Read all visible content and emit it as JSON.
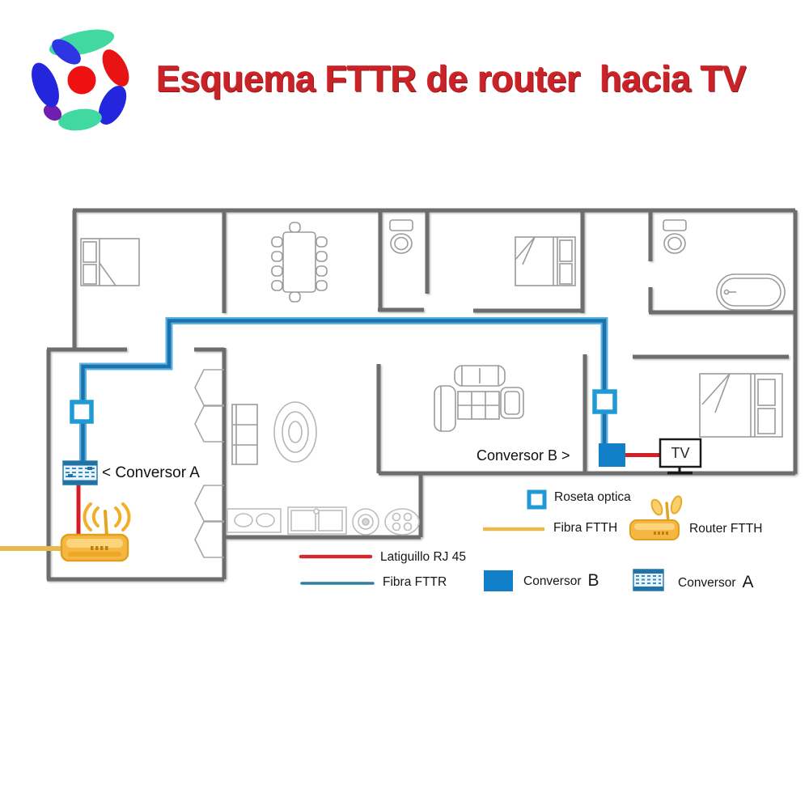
{
  "header": {
    "title": "Esquema FTTR de router  hacia TV"
  },
  "plan": {
    "conversor_a_label": "< Conversor A",
    "conversor_b_label": "Conversor B >",
    "tv_label": "TV"
  },
  "legend": {
    "roseta": "Roseta optica",
    "fibra_ftth": "Fibra FTTH",
    "router_ftth": "Router FTTH",
    "latiguillo": "Latiguillo RJ 45",
    "fibra_fttr": "Fibra FTTR",
    "conversor_b_label": "Conversor",
    "conversor_b_suffix": "B",
    "conversor_a_label": "Conversor",
    "conversor_a_suffix": "A"
  },
  "colors": {
    "title_red": "#c92328",
    "fibra_fttr_blue": "#1a72ae",
    "fibra_ftth_yellow": "#e8ba4e",
    "latiguillo_red": "#d51f26",
    "conversor_blue": "#1280c8",
    "roseta_blue": "#1f9ad4",
    "router_yellow": "#f6b742",
    "wall_gray": "#6d6d6d"
  }
}
